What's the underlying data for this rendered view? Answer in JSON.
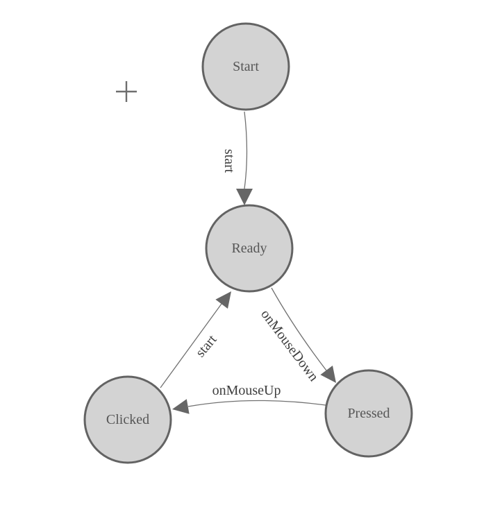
{
  "diagram": {
    "type": "state-machine",
    "nodes": [
      {
        "id": "start",
        "label": "Start"
      },
      {
        "id": "ready",
        "label": "Ready"
      },
      {
        "id": "clicked",
        "label": "Clicked"
      },
      {
        "id": "pressed",
        "label": "Pressed"
      }
    ],
    "edges": [
      {
        "from": "start",
        "to": "ready",
        "label": "start"
      },
      {
        "from": "ready",
        "to": "pressed",
        "label": "onMouseDown"
      },
      {
        "from": "pressed",
        "to": "clicked",
        "label": "onMouseUp"
      },
      {
        "from": "clicked",
        "to": "ready",
        "label": "start"
      }
    ],
    "colors": {
      "background": "#ffffff",
      "node_fill": "#d3d3d3",
      "node_stroke": "#636363",
      "node_text": "#565656",
      "edge_line": "#717171",
      "arrowhead": "#666666",
      "edge_text": "#3e3e3e",
      "crosshair": "#6e6e6e"
    }
  }
}
